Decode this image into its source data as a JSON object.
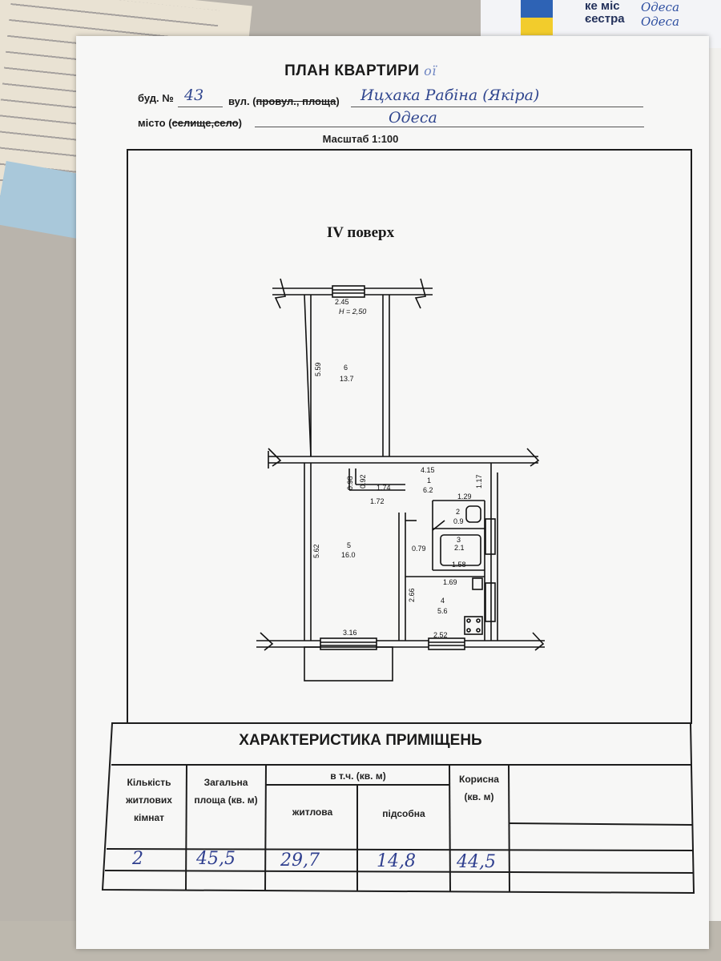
{
  "header": {
    "title": "ПЛАН КВАРТИРИ",
    "house_label": "буд. №",
    "house_number": "43",
    "street_label_plain": "вул. (",
    "street_label_struck": "провул., площа",
    "street_label_end": ")",
    "street_value": "Ицхака Рабіна (Якіра)",
    "city_label_plain": "місто (",
    "city_label_struck": "селище,село",
    "city_label_end": ")",
    "city_value": "Одеса",
    "scale": "Масштаб 1:100"
  },
  "plan": {
    "floor": "IV поверх",
    "rooms": [
      {
        "number": "6",
        "area": "13.7"
      },
      {
        "number": "1",
        "area": "6.2"
      },
      {
        "number": "2",
        "area": "0.9"
      },
      {
        "number": "3",
        "area": "2.1"
      },
      {
        "number": "5",
        "area": "16.0"
      },
      {
        "number": "4",
        "area": "5.6"
      }
    ],
    "ceiling_height": "H = 2,50",
    "dimensions": {
      "balcony_width": "2.45",
      "room6_length": "5.59",
      "hall_width": "4.15",
      "d_098": "0.98",
      "d_092": "0.92",
      "d_174": "1.74",
      "d_172": "1.72",
      "d_117": "1.17",
      "d_129": "1.29",
      "d_079": "0.79",
      "d_158": "1.58",
      "d_169": "1.69",
      "room5_length": "5.62",
      "kitchen_length": "2.66",
      "room5_width": "3.16",
      "kitchen_width": "2.52"
    }
  },
  "table": {
    "title": "ХАРАКТЕРИСТИКА ПРИМІЩЕНЬ",
    "headers": {
      "rooms_count": "Кількість житлових кімнат",
      "total_area": "Загальна площа (кв. м)",
      "including": "в т.ч. (кв. м)",
      "living": "житлова",
      "auxiliary": "підсобна",
      "useful": "Корисна (кв. м)"
    },
    "values": {
      "rooms_count": "2",
      "total_area": "45,5",
      "living": "29,7",
      "auxiliary": "14,8",
      "useful": "44,5"
    }
  },
  "background": {
    "right_heading": "ке міс єестра",
    "right_handwriting_1": "Одеса",
    "right_handwriting_2": "Одеса"
  },
  "colors": {
    "ink": "#30468f",
    "paper": "#f7f7f6"
  }
}
